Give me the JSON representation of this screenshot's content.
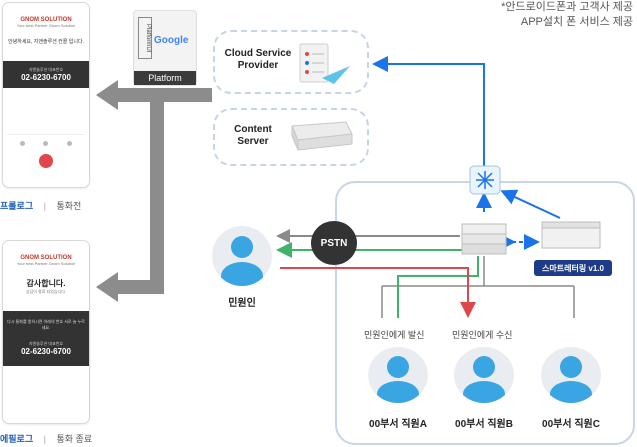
{
  "note": [
    "*안드로이드폰과 고객사 제공",
    "APP설치 폰 서비스 제공"
  ],
  "platform": {
    "label": "Platform",
    "vertical": "PlatformUI",
    "google": "Google"
  },
  "cloud_service": {
    "label_line1": "Cloud Service",
    "label_line2": "Provider"
  },
  "content_server": {
    "label_line1": "Content",
    "label_line2": "Server"
  },
  "phone_top": {
    "logo": "GNOM SOLUTION",
    "tagline": "Your best Partner Gnom Solution",
    "greeting": "안녕하세요, 지앤솔루션 컨콜 입니다.",
    "service_label": "지앤솔루션 대표번호",
    "number": "02-6230-6700",
    "caption_highlight": "프롤로그",
    "caption_rest": "통화전"
  },
  "phone_bottom": {
    "logo": "GNOM SOLUTION",
    "tagline": "Your best Partner Gnom Solution",
    "thanks": "감사합니다.",
    "thanks_sub": "상담이 종료 되었습니다.",
    "info": "다시 통화를 원하시면 아래의 번호 서로 눌 누르세요.",
    "service_label": "지앤솔루션 대표번호",
    "number": "02-6230-6700",
    "caption_highlight": "에필로그",
    "caption_rest": "통화 종료"
  },
  "pstn": "PSTN",
  "citizen": "민원인",
  "smartring": "스마트레터링 v1.0",
  "call_out": "민원인에게 발신",
  "call_in": "민원인에게 수신",
  "staff": [
    "00부서 직원A",
    "00부서 직원B",
    "00부서 직원C"
  ],
  "separator": "|",
  "colors": {
    "arrow_gray": "#8a8a8a",
    "blue": "#1a73e8",
    "green": "#3fb36b",
    "red": "#e0474c",
    "badge": "#1d3b8a"
  }
}
